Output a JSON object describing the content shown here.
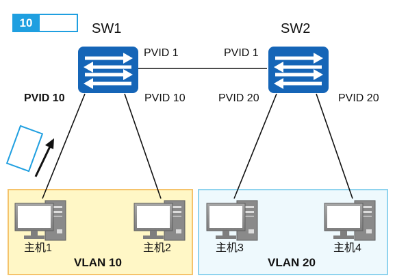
{
  "tag": {
    "number": "10"
  },
  "switches": [
    {
      "id": "sw1",
      "name": "SW1"
    },
    {
      "id": "sw2",
      "name": "SW2"
    }
  ],
  "ports": {
    "sw1_trunk": "PVID 1",
    "sw2_trunk": "PVID 1",
    "sw1_left": "PVID 10",
    "sw1_right": "PVID 10",
    "sw2_left": "PVID 20",
    "sw2_right": "PVID 20"
  },
  "hosts": [
    "主机1",
    "主机2",
    "主机3",
    "主机4"
  ],
  "vlans": [
    {
      "name": "VLAN 10",
      "color": "#fff7c6",
      "border": "#f5c36b"
    },
    {
      "name": "VLAN 20",
      "color": "#eef9fd",
      "border": "#8fd3ee"
    }
  ],
  "colors": {
    "switch": "#1565b7",
    "tag": "#1f9fe0",
    "frame": "#1f9fe0"
  }
}
